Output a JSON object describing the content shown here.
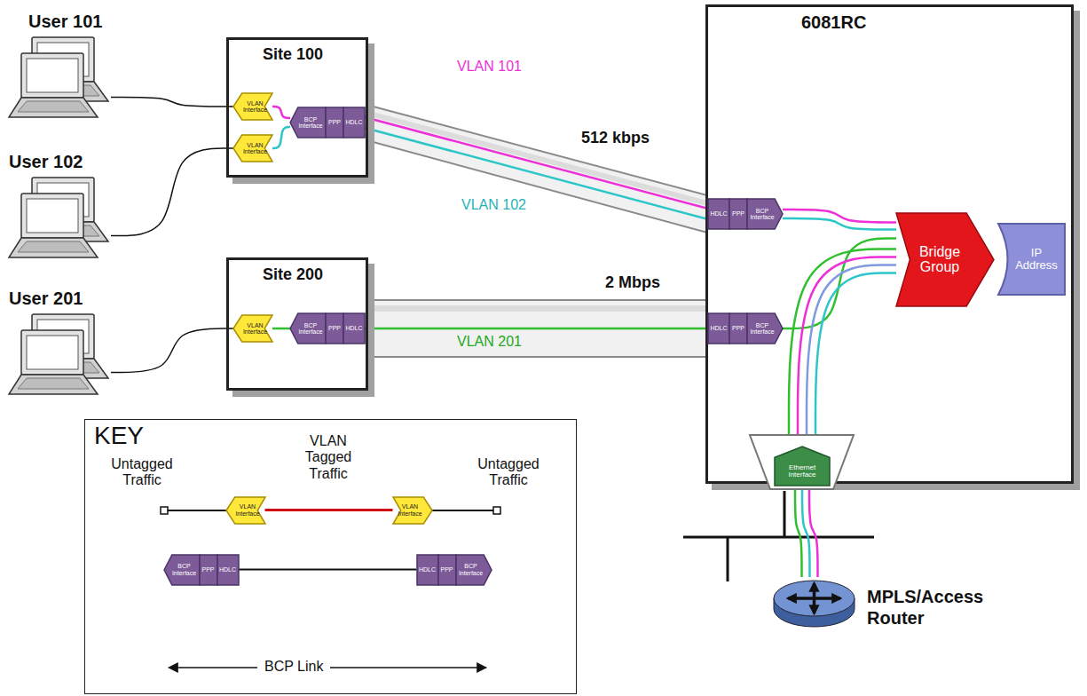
{
  "diagram": {
    "nodes": [
      {
        "text": [
          "User 101"
        ]
      },
      {
        "text": [
          "User 102"
        ]
      },
      {
        "text": [
          "User 201"
        ]
      },
      {
        "text": [
          "Site 100"
        ]
      },
      {
        "text": [
          "VLAN Interface"
        ],
        "in": 3
      },
      {
        "text": [
          "VLAN Interface"
        ],
        "in": 3
      },
      {
        "text": [
          "BCP Interface"
        ],
        "in": 3
      },
      {
        "text": [
          "PPP"
        ],
        "in": 3
      },
      {
        "text": [
          "HDLC"
        ],
        "in": 3
      },
      {
        "text": [
          "Site 200"
        ]
      },
      {
        "text": [
          "VLAN Interface"
        ],
        "in": 9
      },
      {
        "text": [
          "BCP Interface"
        ],
        "in": 9
      },
      {
        "text": [
          "PPP"
        ],
        "in": 9
      },
      {
        "text": [
          "HDLC"
        ],
        "in": 9
      },
      {
        "text": [
          "6081RC"
        ]
      },
      {
        "text": [
          "HDLC"
        ],
        "in": 14
      },
      {
        "text": [
          "PPP"
        ],
        "in": 14
      },
      {
        "text": [
          "BCP Interface"
        ],
        "in": 14
      },
      {
        "text": [
          "HDLC"
        ],
        "in": 14
      },
      {
        "text": [
          "PPP"
        ],
        "in": 14
      },
      {
        "text": [
          "BCP Interface"
        ],
        "in": 14
      },
      {
        "text": [
          "Bridge Group"
        ],
        "in": 14
      },
      {
        "text": [
          "IP Address"
        ],
        "in": 14
      },
      {
        "text": [
          "Ethernet Interface"
        ],
        "in": 14
      },
      {
        "text": [
          "MPLS/Access Router"
        ]
      },
      {
        "text": [
          "KEY"
        ]
      },
      {
        "text": [
          "VLAN Interface"
        ],
        "in": 25
      },
      {
        "text": [
          "VLAN Interface"
        ],
        "in": 25
      },
      {
        "text": [
          "BCP Interface"
        ],
        "in": 25
      },
      {
        "text": [
          "PPP"
        ],
        "in": 25
      },
      {
        "text": [
          "HDLC"
        ],
        "in": 25
      },
      {
        "text": [
          "HDLC"
        ],
        "in": 25
      },
      {
        "text": [
          "PPP"
        ],
        "in": 25
      },
      {
        "text": [
          "BCP Interface"
        ],
        "in": 25
      }
    ],
    "edges": [
      {
        "from": 0,
        "to": 4,
        "arrow": "none"
      },
      {
        "from": 1,
        "to": 5,
        "arrow": "none"
      },
      {
        "from": 2,
        "to": 10,
        "arrow": "none"
      },
      {
        "from": 4,
        "to": 6,
        "arrow": "none"
      },
      {
        "from": 5,
        "to": 6,
        "arrow": "none"
      },
      {
        "from": 10,
        "to": 11,
        "arrow": "none"
      },
      {
        "from": 8,
        "to": 15,
        "label": "VLAN 101",
        "arrow": "none"
      },
      {
        "from": 8,
        "to": 15,
        "label": "VLAN 102",
        "arrow": "none"
      },
      {
        "from": 13,
        "to": 18,
        "label": "VLAN 201",
        "arrow": "none"
      },
      {
        "from": 17,
        "to": 21,
        "arrow": "none"
      },
      {
        "from": 17,
        "to": 21,
        "arrow": "none"
      },
      {
        "from": 20,
        "to": 21,
        "arrow": "none"
      },
      {
        "from": 23,
        "to": 21,
        "arrow": "none"
      },
      {
        "from": 23,
        "to": 21,
        "arrow": "none"
      },
      {
        "from": 23,
        "to": 21,
        "arrow": "none"
      },
      {
        "from": 23,
        "to": 21,
        "arrow": "none"
      },
      {
        "from": 23,
        "to": 24,
        "arrow": "none"
      },
      {
        "from": 23,
        "to": 24,
        "arrow": "none"
      },
      {
        "from": 23,
        "to": 24,
        "arrow": "none"
      },
      {
        "from": 26,
        "to": 27,
        "arrow": "none"
      },
      {
        "from": 30,
        "to": 31,
        "arrow": "none"
      }
    ],
    "labels": [
      "512 kbps",
      "2 Mbps",
      "Untagged Traffic",
      "VLAN Tagged Traffic",
      "Untagged Traffic",
      "BCP Link"
    ]
  }
}
